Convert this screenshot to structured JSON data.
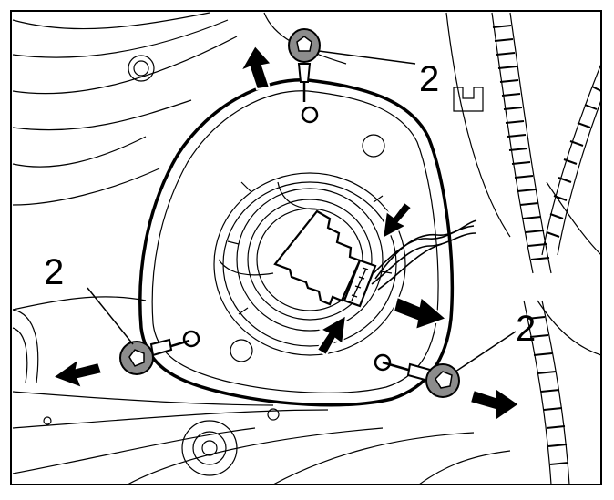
{
  "diagram": {
    "callouts": [
      {
        "id": "screw-top",
        "label": "2"
      },
      {
        "id": "screw-left",
        "label": "2"
      },
      {
        "id": "screw-right",
        "label": "2"
      }
    ],
    "colors": {
      "line": "#000000",
      "screw_fill": "#8c8c8c",
      "background": "#ffffff"
    }
  }
}
